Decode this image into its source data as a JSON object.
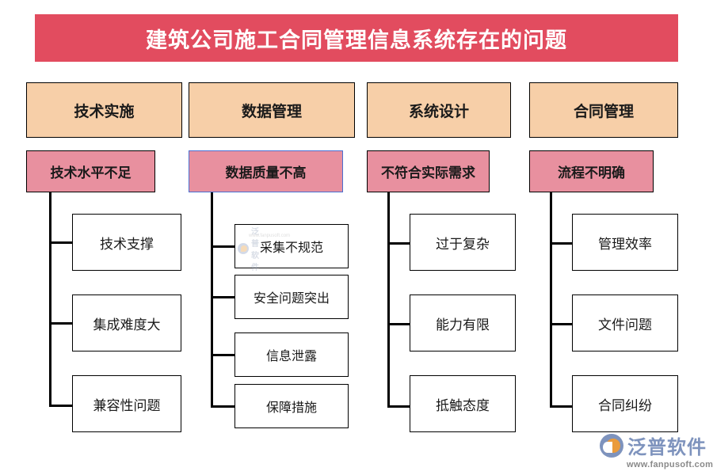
{
  "title": {
    "text": "建筑公司施工合同管理信息系统存在的问题",
    "background": "#e24c5f",
    "color": "#ffffff"
  },
  "colors": {
    "banner": "#e24c5f",
    "level1_box": "#f7cfa8",
    "level2_box": "#e8909f",
    "leaf_box": "#ffffff",
    "border": "#000000",
    "selected_border": "#4a6fd1",
    "brand": "#7e93bd",
    "brand_accent": "#ea9b3c"
  },
  "columns": [
    {
      "category": "技术实施",
      "problem": "技术水平不足",
      "problem_selected": false,
      "items": [
        "技术支撑",
        "集成难度大",
        "兼容性问题"
      ]
    },
    {
      "category": "数据管理",
      "problem": "数据质量不高",
      "problem_selected": true,
      "items": [
        "采集不规范",
        "安全问题突出",
        "信息泄露",
        "保障措施"
      ]
    },
    {
      "category": "系统设计",
      "problem": "不符合实际需求",
      "problem_selected": false,
      "items": [
        "过于复杂",
        "能力有限",
        "抵触态度"
      ]
    },
    {
      "category": "合同管理",
      "problem": "流程不明确",
      "problem_selected": false,
      "items": [
        "管理效率",
        "文件问题",
        "合同纠纷"
      ]
    }
  ],
  "watermark": {
    "name": "泛普软件",
    "url": "www.fanpusoft.com"
  },
  "brand": {
    "name": "泛普软件",
    "url": "www.fanpusoft.com"
  }
}
